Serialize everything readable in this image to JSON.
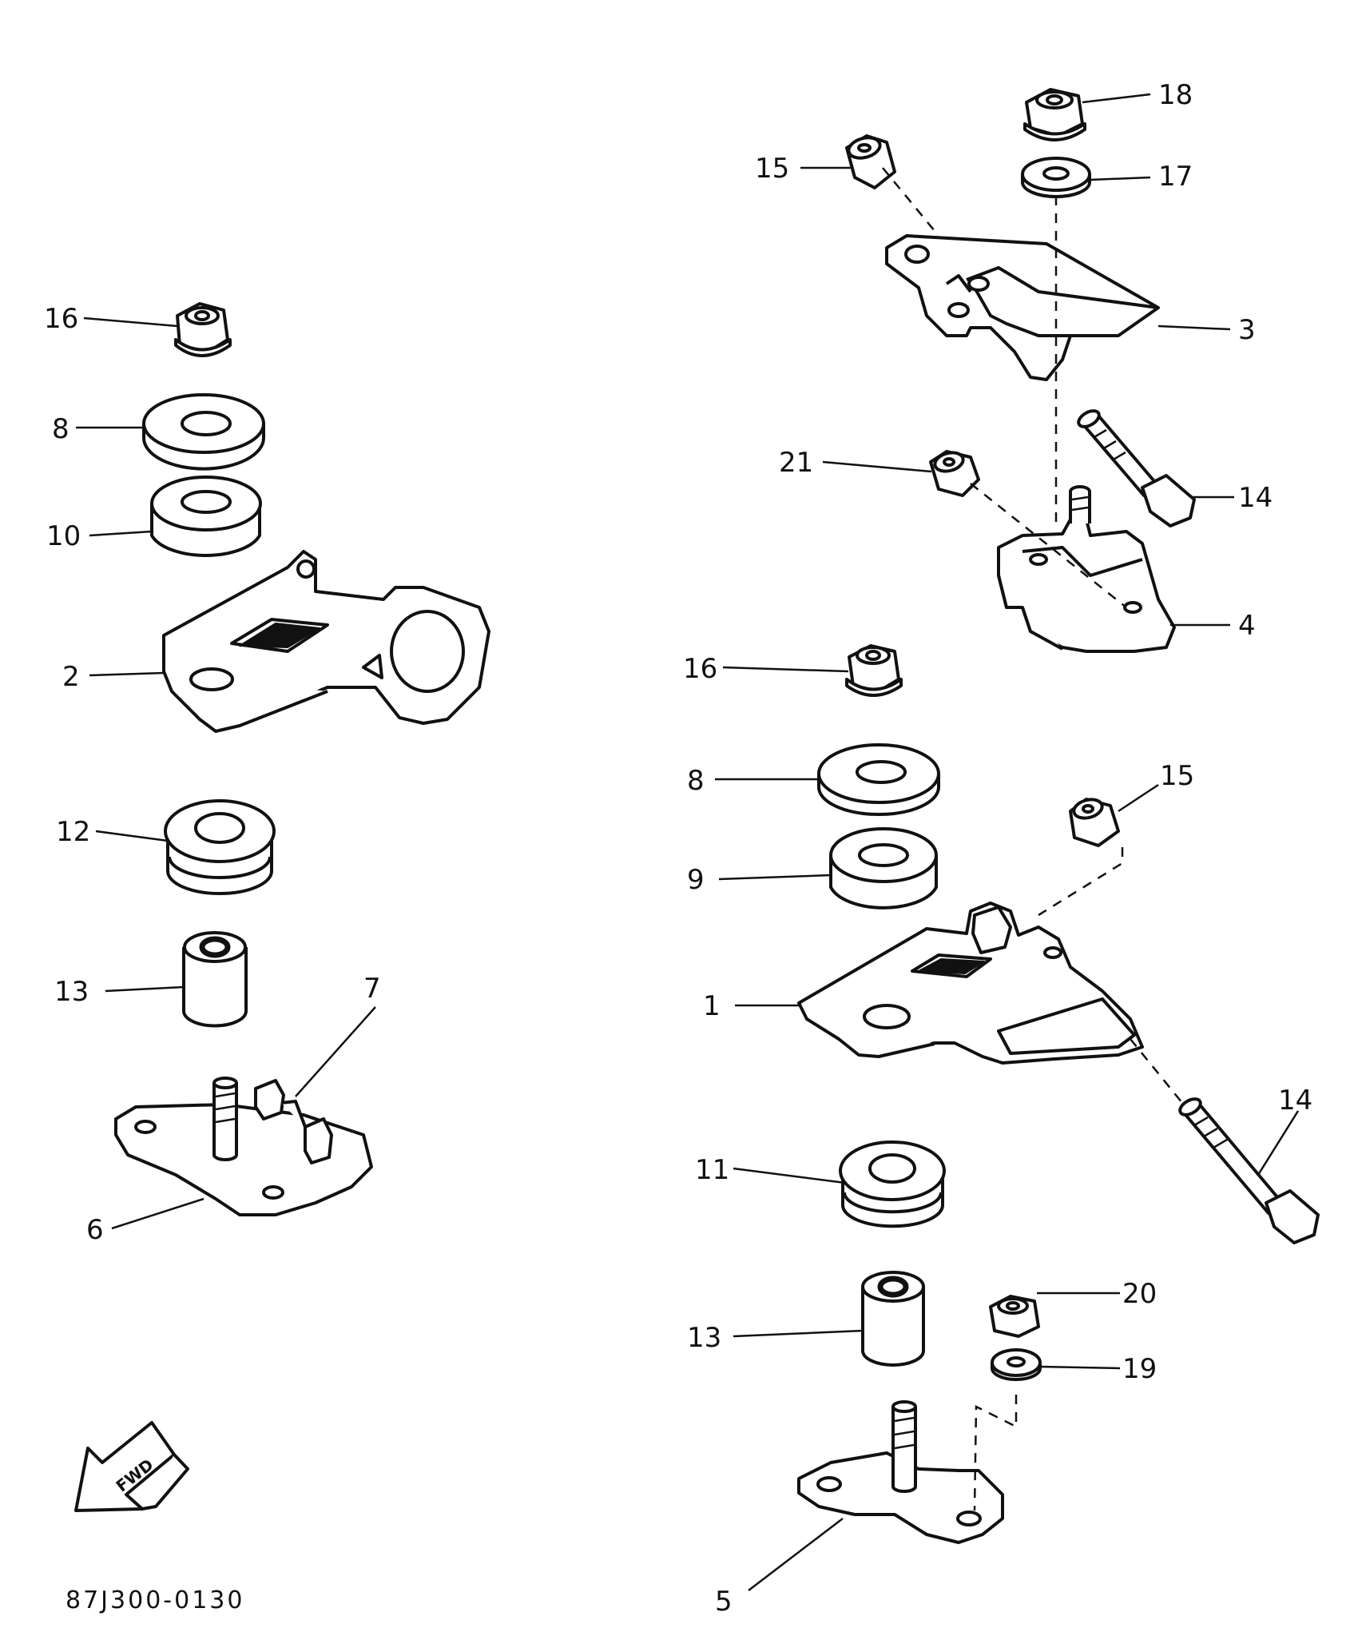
{
  "diagram": {
    "callouts": [
      {
        "id": "c16-left",
        "text": "16"
      },
      {
        "id": "c8-left",
        "text": "8"
      },
      {
        "id": "c10",
        "text": "10"
      },
      {
        "id": "c2",
        "text": "2"
      },
      {
        "id": "c12",
        "text": "12"
      },
      {
        "id": "c13-left",
        "text": "13"
      },
      {
        "id": "c7",
        "text": "7"
      },
      {
        "id": "c6",
        "text": "6"
      },
      {
        "id": "c18",
        "text": "18"
      },
      {
        "id": "c15-top",
        "text": "15"
      },
      {
        "id": "c17",
        "text": "17"
      },
      {
        "id": "c3",
        "text": "3"
      },
      {
        "id": "c21",
        "text": "21"
      },
      {
        "id": "c14-top",
        "text": "14"
      },
      {
        "id": "c4",
        "text": "4"
      },
      {
        "id": "c16-right",
        "text": "16"
      },
      {
        "id": "c8-right",
        "text": "8"
      },
      {
        "id": "c15-mid",
        "text": "15"
      },
      {
        "id": "c9",
        "text": "9"
      },
      {
        "id": "c1",
        "text": "1"
      },
      {
        "id": "c14-bottom",
        "text": "14"
      },
      {
        "id": "c11",
        "text": "11"
      },
      {
        "id": "c20",
        "text": "20"
      },
      {
        "id": "c13-right",
        "text": "13"
      },
      {
        "id": "c19",
        "text": "19"
      },
      {
        "id": "c5",
        "text": "5"
      }
    ],
    "fwd_label": "FWD",
    "drawing_code": "87J300-0130"
  }
}
